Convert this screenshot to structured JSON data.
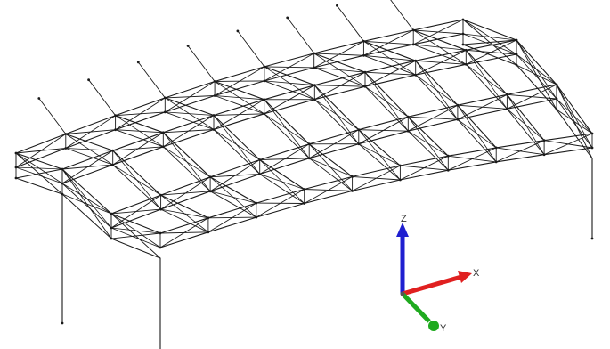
{
  "viewport": {
    "background": "#ffffff",
    "structure_color": "#1a1a1a"
  },
  "axes_triad": {
    "z": {
      "label": "Z",
      "color": "#1f1fd0"
    },
    "x": {
      "label": "X",
      "color": "#e02020"
    },
    "y": {
      "label": "Y",
      "color": "#1faa1f"
    },
    "origin_color": "#555555"
  }
}
